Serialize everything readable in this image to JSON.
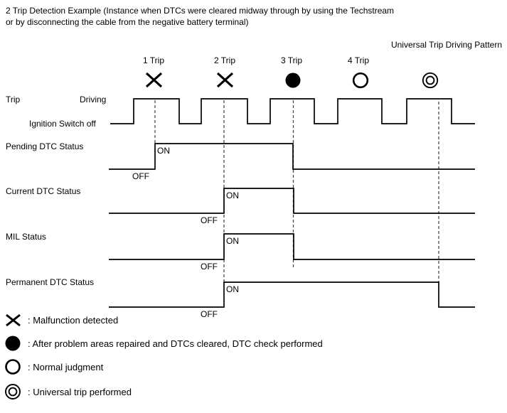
{
  "title": {
    "line1": "2 Trip Detection Example (Instance when DTCs were cleared midway through by using the Techstream",
    "line2": "or by disconnecting the cable from the negative battery terminal)"
  },
  "header": {
    "pattern_label": "Universal Trip Driving Pattern"
  },
  "trips": [
    {
      "label": "1 Trip",
      "marker": "malfunction-x"
    },
    {
      "label": "2 Trip",
      "marker": "malfunction-x"
    },
    {
      "label": "3 Trip",
      "marker": "filled-circle"
    },
    {
      "label": "4 Trip",
      "marker": "open-circle"
    },
    {
      "label": "",
      "marker": "double-circle"
    }
  ],
  "trip_signal": {
    "name": "Trip",
    "high_label": "Driving",
    "low_label": "Ignition Switch off"
  },
  "status_rows": [
    {
      "label": "Pending DTC Status",
      "on": "ON",
      "off": "OFF"
    },
    {
      "label": "Current DTC Status",
      "on": "ON",
      "off": "OFF"
    },
    {
      "label": "MIL Status",
      "on": "ON",
      "off": "OFF"
    },
    {
      "label": "Permanent DTC Status",
      "on": "ON",
      "off": "OFF"
    }
  ],
  "legend": [
    {
      "symbol": "malfunction-x-icon",
      "text": ": Malfunction detected"
    },
    {
      "symbol": "filled-circle-icon",
      "text": ": After problem areas repaired and DTCs cleared, DTC check performed"
    },
    {
      "symbol": "open-circle-icon",
      "text": ": Normal judgment"
    },
    {
      "symbol": "double-circle-icon",
      "text": ": Universal trip performed"
    }
  ],
  "colors": {
    "ink": "#000000",
    "dashed_line": "#4a4a4a",
    "background": "#ffffff"
  }
}
